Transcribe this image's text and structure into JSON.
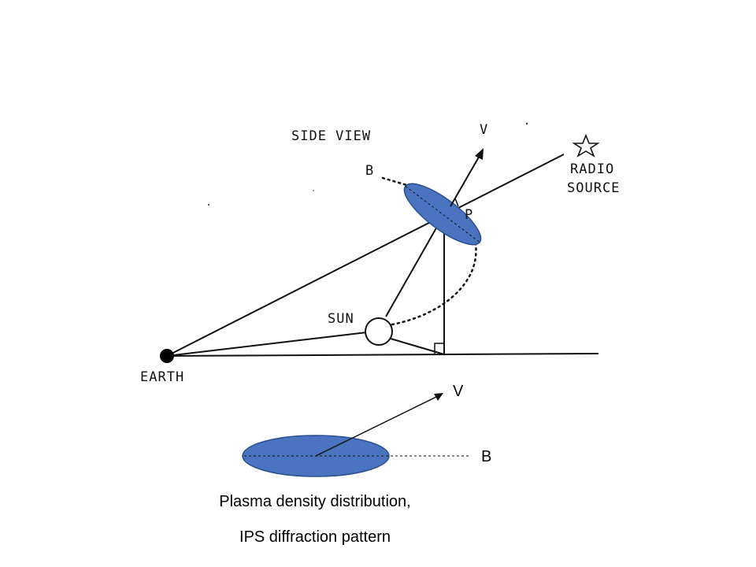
{
  "diagram": {
    "side_view_label": "SIDE VIEW",
    "velocity_label_top": "V",
    "field_label_top": "B",
    "radio_source_label_line1": "RADIO",
    "radio_source_label_line2": "SOURCE",
    "point_label": "P",
    "sun_label": "SUN",
    "earth_label": "EARTH",
    "velocity_label_bottom": "V",
    "field_label_bottom": "B"
  },
  "caption": {
    "line1": "Plasma density distribution,",
    "line2": "IPS diffraction pattern"
  },
  "colors": {
    "plasma_fill": "#4a74c0",
    "plasma_stroke": "#2a4f8f",
    "line": "#111111"
  }
}
